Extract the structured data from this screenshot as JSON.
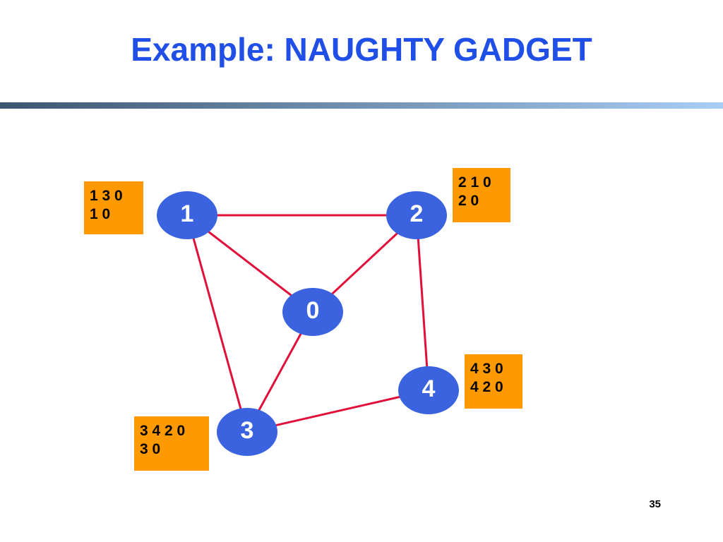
{
  "slide": {
    "title": "Example: NAUGHTY GADGET",
    "page_number": "35"
  },
  "colors": {
    "title": "#1f4fe6",
    "node_fill": "#3b63e0",
    "edge": "#e0103a",
    "box_fill": "#ff9900",
    "bar_start": "#3c5670",
    "bar_end": "#a9cdf5"
  },
  "graph": {
    "nodes": [
      {
        "id": "0",
        "label": "0"
      },
      {
        "id": "1",
        "label": "1"
      },
      {
        "id": "2",
        "label": "2"
      },
      {
        "id": "3",
        "label": "3"
      },
      {
        "id": "4",
        "label": "4"
      }
    ],
    "edges": [
      {
        "from": "1",
        "to": "2"
      },
      {
        "from": "1",
        "to": "0"
      },
      {
        "from": "2",
        "to": "0"
      },
      {
        "from": "1",
        "to": "3"
      },
      {
        "from": "0",
        "to": "3"
      },
      {
        "from": "2",
        "to": "4"
      },
      {
        "from": "4",
        "to": "3"
      }
    ],
    "boxes": [
      {
        "node": "1",
        "lines": [
          "1 3 0",
          "1 0"
        ]
      },
      {
        "node": "2",
        "lines": [
          "2 1 0",
          "2 0"
        ]
      },
      {
        "node": "4",
        "lines": [
          "4 3 0",
          "4 2 0"
        ]
      },
      {
        "node": "3",
        "lines": [
          "3 4 2 0",
          "3 0"
        ]
      }
    ]
  }
}
